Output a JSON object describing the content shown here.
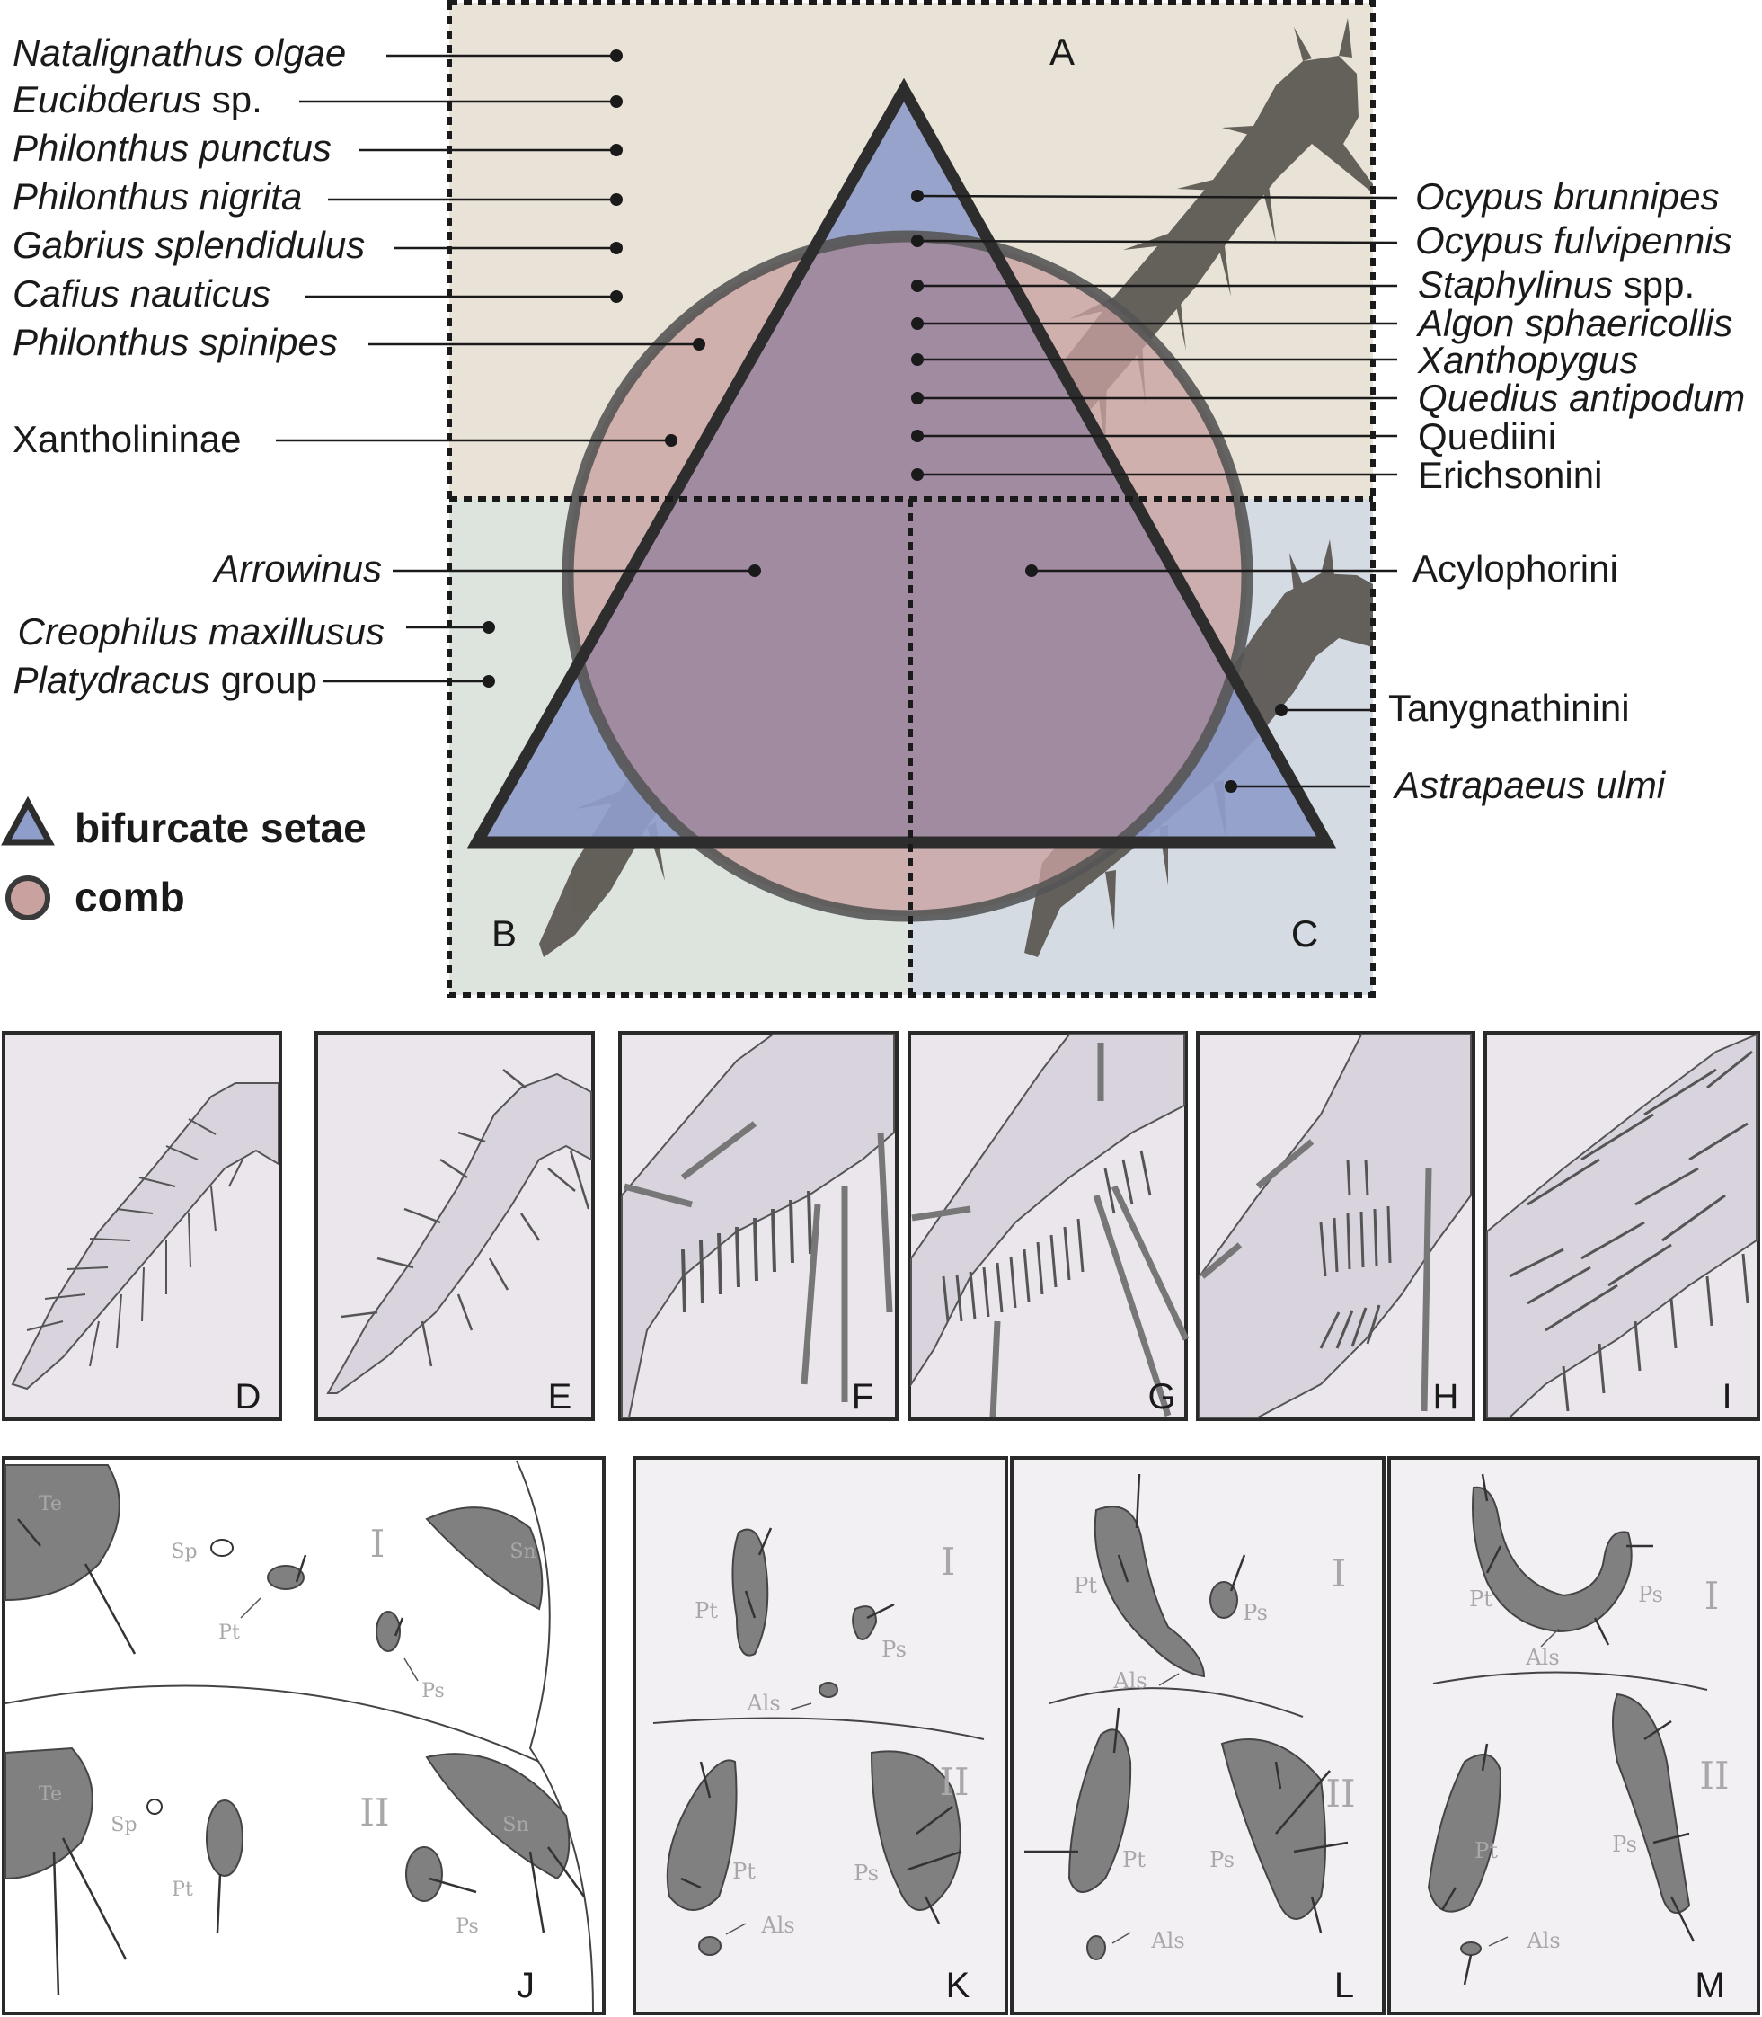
{
  "panel_letters": {
    "A": "A",
    "B": "B",
    "C": "C",
    "D": "D",
    "E": "E",
    "F": "F",
    "G": "G",
    "H": "H",
    "I": "I",
    "J": "J",
    "K": "K",
    "L": "L",
    "M": "M"
  },
  "legend": {
    "bifurcate": "bifurcate setae",
    "comb": "comb"
  },
  "left_taxa": [
    {
      "italic": "Natalignathus olgae",
      "plain": ""
    },
    {
      "italic": "Eucibderus",
      "plain": " sp."
    },
    {
      "italic": "Philonthus punctus",
      "plain": ""
    },
    {
      "italic": "Philonthus nigrita",
      "plain": ""
    },
    {
      "italic": "Gabrius splendidulus",
      "plain": ""
    },
    {
      "italic": "Cafius nauticus",
      "plain": ""
    },
    {
      "italic": "Philonthus spinipes",
      "plain": ""
    },
    {
      "italic": "",
      "plain": "Xantholininae"
    },
    {
      "italic": "Arrowinus",
      "plain": ""
    },
    {
      "italic": "Creophilus maxillusus",
      "plain": ""
    },
    {
      "italic": "Platydracus",
      "plain": " group"
    }
  ],
  "right_taxa": [
    {
      "italic": "Ocypus brunnipes",
      "plain": ""
    },
    {
      "italic": "Ocypus fulvipennis",
      "plain": ""
    },
    {
      "italic": "Staphylinus",
      "plain": " spp."
    },
    {
      "italic": "Algon sphaericollis",
      "plain": ""
    },
    {
      "italic": "Xanthopygus",
      "plain": ""
    },
    {
      "italic": "Quedius antipodum",
      "plain": ""
    },
    {
      "italic": "",
      "plain": "Quediini"
    },
    {
      "italic": "",
      "plain": "Erichsonini"
    },
    {
      "italic": "",
      "plain": "Acylophorini"
    },
    {
      "italic": "",
      "plain": "Tanygnathinini"
    },
    {
      "italic": "Astrapaeus ulmi",
      "plain": ""
    }
  ],
  "segment_numerals": {
    "one": "I",
    "two": "II"
  },
  "sclerite_labels": {
    "te": "Te",
    "sp": "Sp",
    "pt": "Pt",
    "ps": "Ps",
    "sn": "Sn",
    "als": "Als"
  },
  "colors": {
    "region_a": "#e8e3d6",
    "region_b": "#dde3dd",
    "region_c": "#d5dbe3",
    "triangle": "#8f9dca",
    "circle": "#c9a2a0",
    "overlap": "#9d88a0",
    "sclerite": "#808080",
    "panel_bg": "#ebe6eb"
  }
}
